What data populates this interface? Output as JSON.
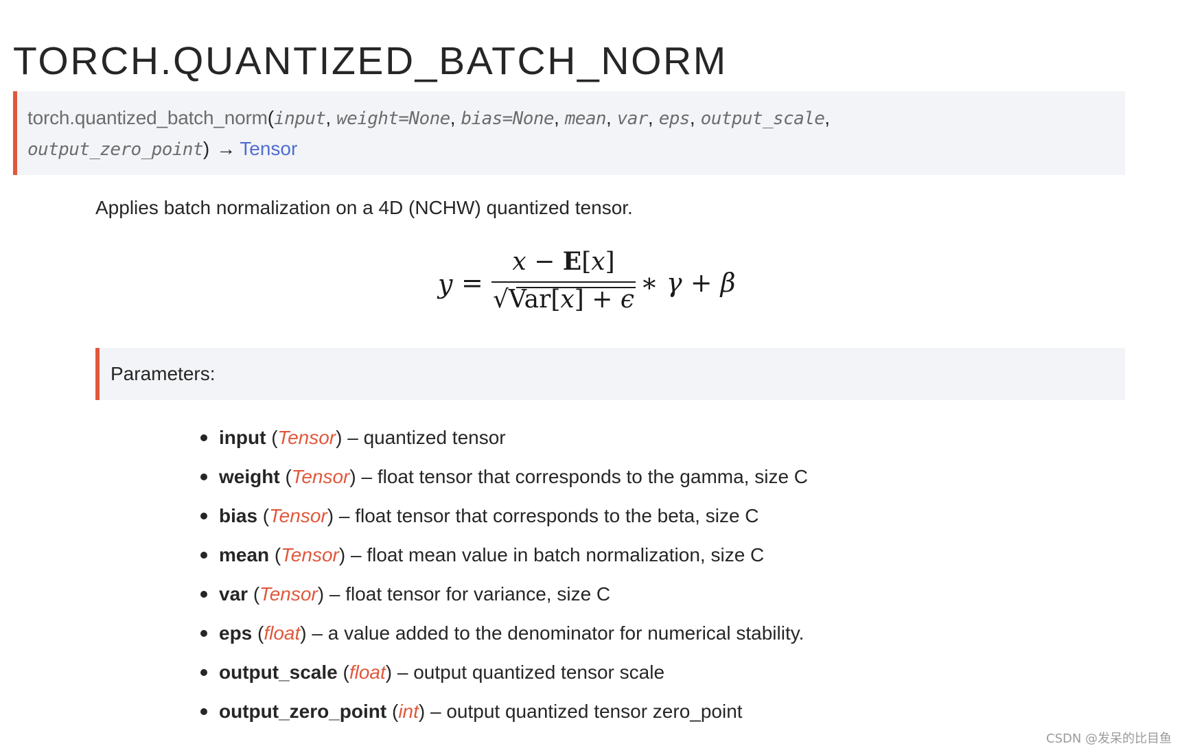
{
  "page": {
    "title": "TORCH.QUANTIZED_BATCH_NORM"
  },
  "signature": {
    "function_name": "torch.quantized_batch_norm",
    "open_paren": "(",
    "close_paren": ")",
    "args": [
      "input",
      "weight=None",
      "bias=None",
      "mean",
      "var",
      "eps",
      "output_scale",
      "output_zero_point"
    ],
    "separator": ",",
    "arrow": "→",
    "return_type": "Tensor",
    "accent_color": "#e0583c",
    "return_link_color": "#4f6ed1"
  },
  "description": "Applies batch normalization on a 4D (NCHW) quantized tensor.",
  "formula": {
    "lhs": "y",
    "equals": "=",
    "numerator": "x − E[x]",
    "denominator": "Var[x] + ϵ",
    "sqrt_symbol": "√",
    "rhs": "∗ γ + β",
    "latex": "y = \\frac{x - \\mathrm{E}[x]}{\\sqrt{\\mathrm{Var}[x] + \\epsilon}} * \\gamma + \\beta"
  },
  "parameters": {
    "heading": "Parameters:",
    "items": [
      {
        "name": "input",
        "type": "Tensor",
        "desc": "quantized tensor"
      },
      {
        "name": "weight",
        "type": "Tensor",
        "desc": "float tensor that corresponds to the gamma, size C"
      },
      {
        "name": "bias",
        "type": "Tensor",
        "desc": "float tensor that corresponds to the beta, size C"
      },
      {
        "name": "mean",
        "type": "Tensor",
        "desc": "float mean value in batch normalization, size C"
      },
      {
        "name": "var",
        "type": "Tensor",
        "desc": "float tensor for variance, size C"
      },
      {
        "name": "eps",
        "type": "float",
        "desc": "a value added to the denominator for numerical stability."
      },
      {
        "name": "output_scale",
        "type": "float",
        "desc": "output quantized tensor scale"
      },
      {
        "name": "output_zero_point",
        "type": "int",
        "desc": "output quantized tensor zero_point"
      }
    ],
    "open_paren": " (",
    "close_paren": ")",
    "dash": " – "
  },
  "watermark": "CSDN @发呆的比目鱼"
}
